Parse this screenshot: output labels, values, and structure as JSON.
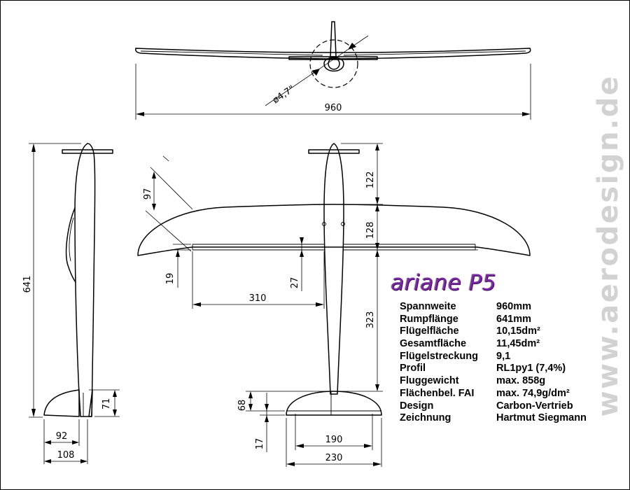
{
  "title": "ariane P5",
  "watermark": "www.aerodesign.de",
  "colors": {
    "title": "#7a2aa0",
    "watermark": "#d2d2d2",
    "lines": "#000000"
  },
  "front_view": {
    "span_dim": "960",
    "fuselage_diameter": "ø4,7\""
  },
  "side_view": {
    "length_dim": "641",
    "fin_height_dim": "71",
    "stab_dim_inner": "92",
    "stab_dim_outer": "108"
  },
  "top_view": {
    "wing_tip_dim": "97",
    "aileron_depth_dim": "19",
    "flap_depth_dim": "27",
    "aileron_length_dim": "310",
    "nose_dim": "122",
    "wing_root_dim": "128",
    "tail_arm_dim": "323",
    "stab_chord_dim": "68",
    "elevator_dim": "17",
    "stab_span_inner_dim": "190",
    "stab_span_dim": "230"
  },
  "specs": [
    {
      "label": "Spannweite",
      "value": "960mm"
    },
    {
      "label": "Rumpflänge",
      "value": "641mm"
    },
    {
      "label": "Flügelfläche",
      "value": "10,15dm²"
    },
    {
      "label": "Gesamtfläche",
      "value": "11,45dm²"
    },
    {
      "label": "Flügelstreckung",
      "value": "9,1"
    },
    {
      "label": "Profil",
      "value": "RL1py1 (7,4%)"
    },
    {
      "label": "Fluggewicht",
      "value": "max. 858g"
    },
    {
      "label": "Flächenbel. FAI",
      "value": "max. 74,9g/dm²"
    },
    {
      "label": "Design",
      "value": "Carbon-Vertrieb"
    },
    {
      "label": "Zeichnung",
      "value": "Hartmut Siegmann"
    }
  ]
}
